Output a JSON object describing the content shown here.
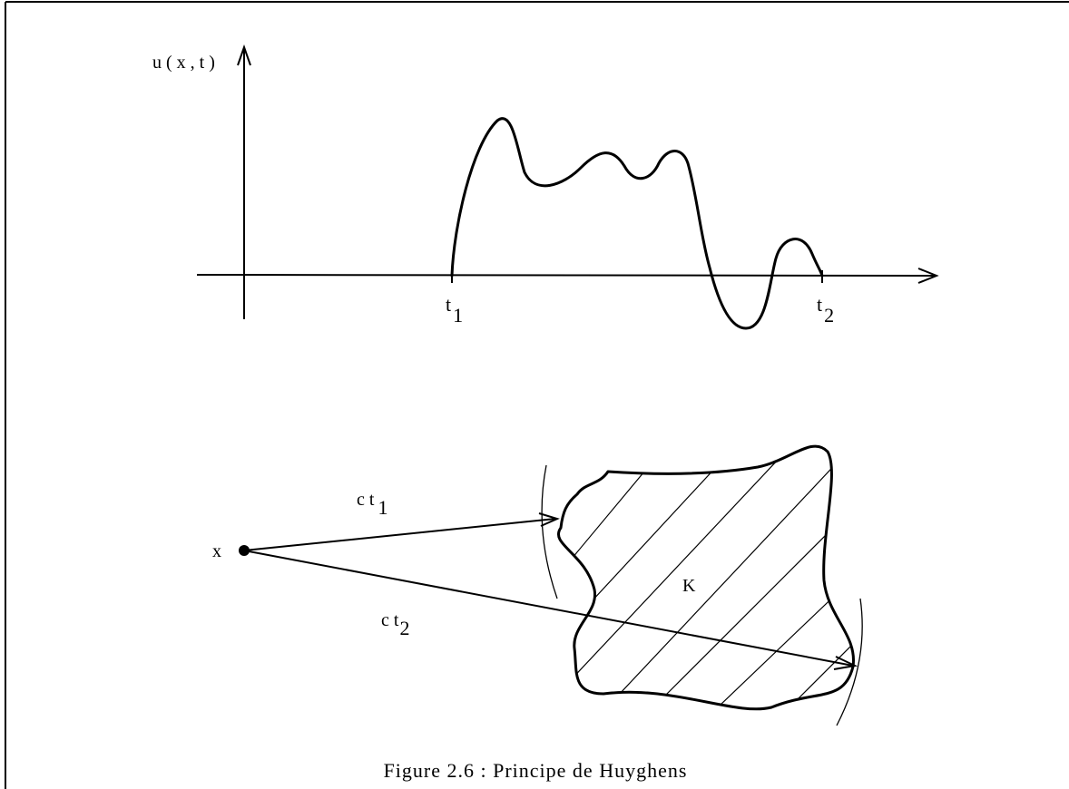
{
  "top_plot": {
    "y_axis_label": "u ( x , t )",
    "t1_base": "t",
    "t1_sub": "1",
    "t2_base": "t",
    "t2_sub": "2"
  },
  "bottom_diagram": {
    "point_label": "x",
    "ray1_label_base": "c t",
    "ray1_label_sub": "1",
    "ray2_label_base": "c t",
    "ray2_label_sub": "2",
    "region_label": "K"
  },
  "caption": "Figure 2.6 : Principe de Huyghens",
  "colors": {
    "ink": "#000000",
    "background": "#ffffff"
  }
}
